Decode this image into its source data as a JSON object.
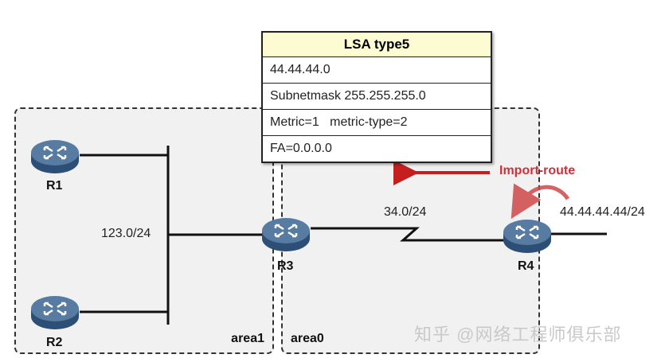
{
  "lsa_box": {
    "title": "LSA type5",
    "rows": [
      "44.44.44.0",
      "Subnetmask 255.255.255.0",
      "Metric=1   metric-type=2",
      "FA=0.0.0.0"
    ]
  },
  "areas": {
    "area1": "area1",
    "area0": "area0"
  },
  "routers": {
    "r1": "R1",
    "r2": "R2",
    "r3": "R3",
    "r4": "R4"
  },
  "networks": {
    "lan": "123.0/24",
    "serial": "34.0/24",
    "external": "44.44.44.44/24"
  },
  "import_route": {
    "label": "Import-route",
    "color": "#c8323a"
  },
  "watermark": "知乎 @网络工程师俱乐部",
  "colors": {
    "router_body": "#4f6f94",
    "router_base": "#2e4f75",
    "area_fill": "#f1f1f1",
    "lsa_header": "#fdfbd2"
  }
}
